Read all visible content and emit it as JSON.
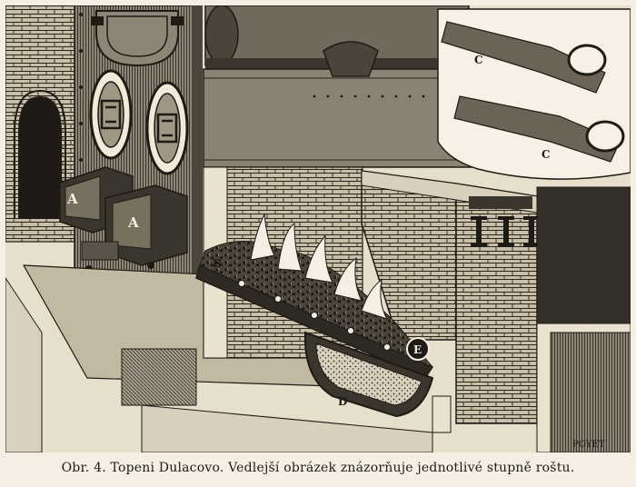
{
  "figure": {
    "labels": {
      "a_left": "A",
      "a_right": "A",
      "b": "B",
      "c_top": "C",
      "c_bottom": "C",
      "d": "D",
      "e": "E"
    },
    "signature": "POYET",
    "icons": [
      "furnace-door-icon",
      "fire-door-icon",
      "boiler-tube-icon",
      "grate-bar-icon"
    ]
  },
  "caption": {
    "lead": "Obr. 4.",
    "text": "Topeni Dulacovo. Vedlejší obrázek znázorňuje jednotlivé stupně roštu."
  },
  "colors": {
    "ink": "#1e1b16",
    "paper": "#f4efe2",
    "shade": "#5a5448"
  }
}
